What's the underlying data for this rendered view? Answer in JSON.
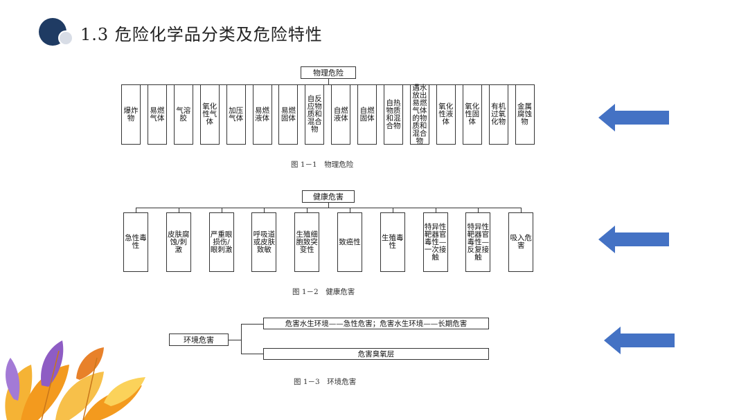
{
  "slide": {
    "title": "1.3 危险化学品分类及危险特性"
  },
  "diagram1": {
    "root": "物理危险",
    "items": [
      "爆炸物",
      "易燃气体",
      "气溶胶",
      "氧化性气体",
      "加压气体",
      "易燃液体",
      "易燃固体",
      "自反应物质和混合物",
      "自燃液体",
      "自燃固体",
      "自热物质和混合物",
      "遇水放出易燃气体的物质和混合物",
      "氧化性液体",
      "氧化性固体",
      "有机过氧化物",
      "金属腐蚀物"
    ],
    "caption": "图 1－1　物理危险"
  },
  "diagram2": {
    "root": "健康危害",
    "items": [
      "急性毒性",
      "皮肤腐蚀/刺激",
      "严重眼损伤/眼刺激",
      "呼吸道或皮肤致敏",
      "生殖细胞致突变性",
      "致癌性",
      "生殖毒性",
      "特异性靶器官毒性—一次接触",
      "特异性靶器官毒性—反复接触",
      "吸入危害"
    ],
    "caption": "图 1－2　健康危害"
  },
  "diagram3": {
    "root": "环境危害",
    "items": [
      "危害水生环境——急性危害；危害水生环境——长期危害",
      "危害臭氧层"
    ],
    "caption": "图 1－3　环境危害"
  },
  "colors": {
    "arrow": "#4472c4",
    "logo_dark": "#1f3b63",
    "leaf_orange": "#f39a1e",
    "leaf_purple": "#8e5cc4"
  }
}
